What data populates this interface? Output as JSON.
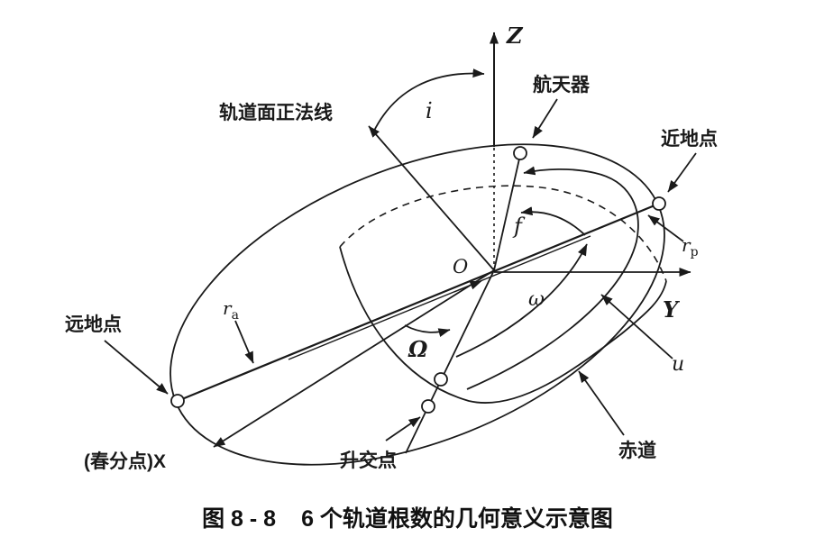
{
  "figure": {
    "caption": {
      "number": "图 8 - 8",
      "title": "6 个轨道根数的几何意义示意图"
    },
    "axes": {
      "z": "Z",
      "y": "Y",
      "x_with_equinox": "(春分点)X",
      "origin": "O"
    },
    "labels": {
      "orbit_normal": "轨道面正法线",
      "spacecraft": "航天器",
      "perigee": "近地点",
      "apogee": "远地点",
      "ascending_node": "升交点",
      "equator": "赤道"
    },
    "symbols": {
      "inclination": "i",
      "true_anomaly": "f",
      "argument_of_perigee": "ω",
      "raan": "Ω",
      "argument_of_latitude": "u",
      "radius_base": "r",
      "apogee_sub": "a",
      "perigee_sub": "p"
    },
    "colors": {
      "ink": "#1a1a1a",
      "paper": "#ffffff"
    }
  }
}
